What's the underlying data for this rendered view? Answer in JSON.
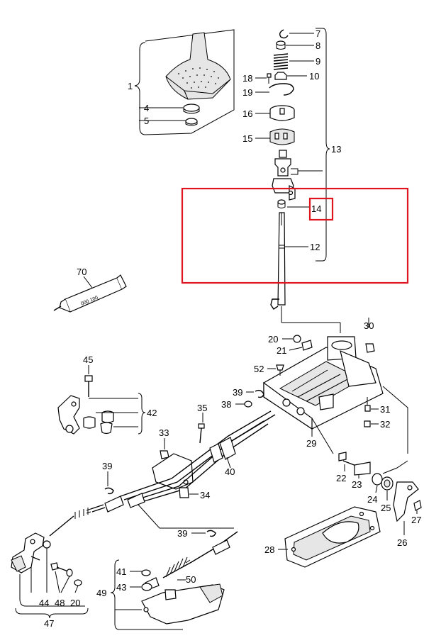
{
  "labels": {
    "l1": "1",
    "l4": "4",
    "l5": "5",
    "l7": "7",
    "l8": "8",
    "l9": "9",
    "l10": "10",
    "l18": "18",
    "l19": "19",
    "l16": "16",
    "l15": "15",
    "l13": "13",
    "l14": "14",
    "l12": "12",
    "l70": "70",
    "l20a": "20",
    "l21": "21",
    "l30": "30",
    "l52": "52",
    "l45": "45",
    "l42": "42",
    "l39a": "39",
    "l38": "38",
    "l35": "35",
    "l33": "33",
    "l31": "31",
    "l32": "32",
    "l29": "29",
    "l40": "40",
    "l39b": "39",
    "l34": "34",
    "l22": "22",
    "l23": "23",
    "l24": "24",
    "l25": "25",
    "l27": "27",
    "l26": "26",
    "l28": "28",
    "l39c": "39",
    "l44": "44",
    "l48": "48",
    "l20b": "20",
    "l47": "47",
    "l41": "41",
    "l43": "43",
    "l50": "50",
    "l49": "49"
  },
  "tube_text": "000 100",
  "highlight_color": "#e0141e"
}
